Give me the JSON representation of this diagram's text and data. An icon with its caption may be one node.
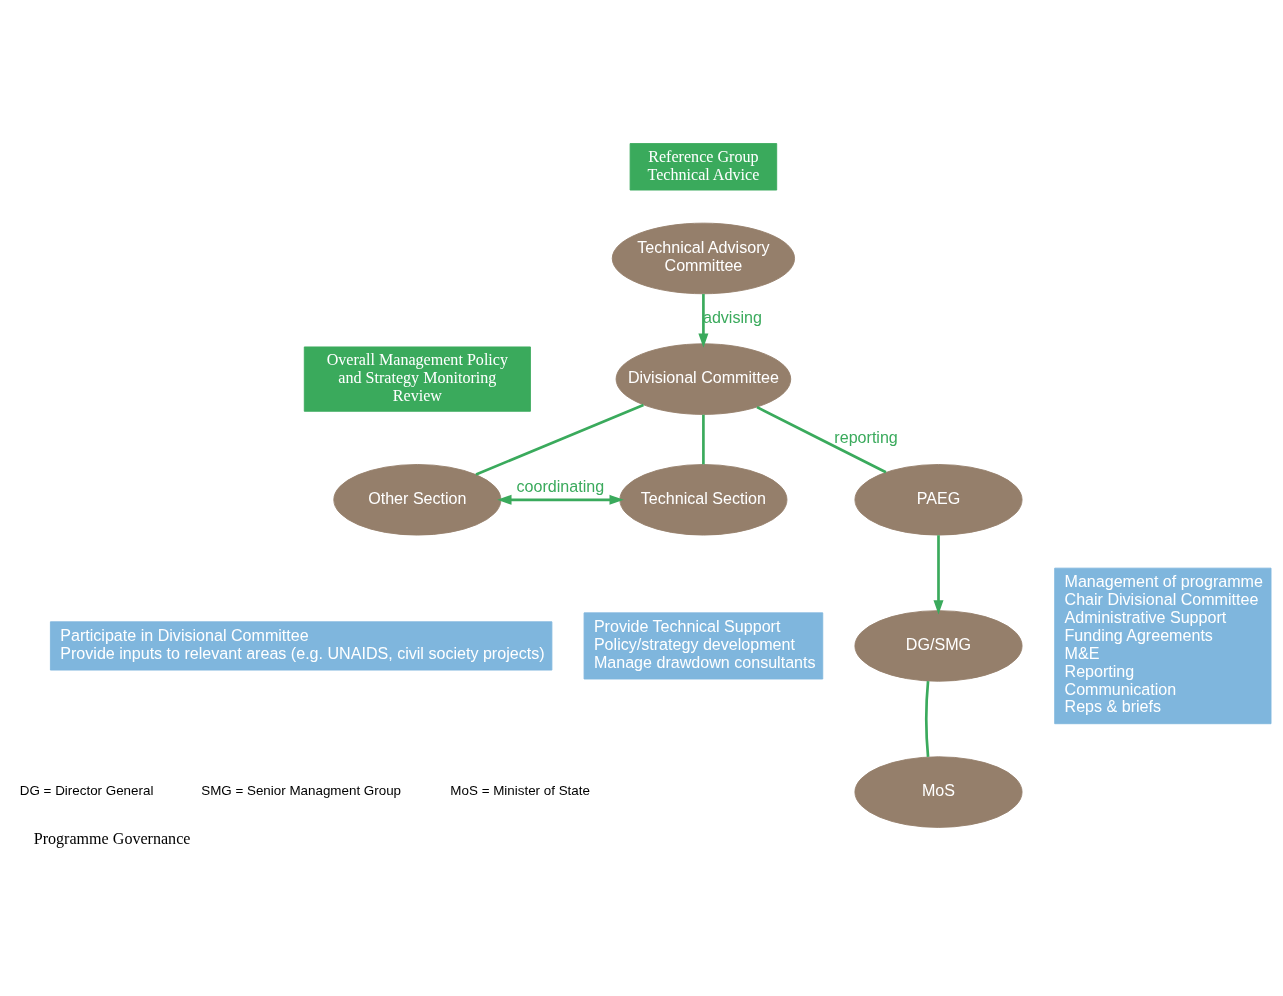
{
  "diagram": {
    "caption": "Programme Governance",
    "nodes": [
      {
        "text": [
          "Reference Group Technical Advice"
        ]
      },
      {
        "text": [
          "Technical Advisory Committee"
        ]
      },
      {
        "text": [
          "MoS"
        ]
      },
      {
        "text": [
          "DG/SMG"
        ]
      },
      {
        "text": [
          "Overall Management Policy and Strategy Monitoring Review"
        ]
      },
      {
        "text": [
          "PAEG"
        ]
      },
      {
        "text": [
          "Divisional Committee"
        ]
      },
      {
        "text": [
          "Other Section"
        ]
      },
      {
        "text": [
          "Technical Section"
        ]
      },
      {
        "text": [
          "Participate in Divisional Committee",
          "Provide inputs to relevant areas (e.g. UNAIDS, civil society projects)"
        ]
      },
      {
        "text": [
          "Provide Technical Support",
          "Policy/strategy development",
          "Manage drawdown consultants"
        ]
      },
      {
        "text": [
          "Management of programme",
          "Chair Divisional Committee",
          "Administrative Support",
          "Funding Agreements",
          "M&E",
          "Reporting",
          "Communication",
          "Reps & briefs"
        ]
      }
    ],
    "edges": [
      {
        "from": 1,
        "to": 6,
        "arrow": "to",
        "label": "advising"
      },
      {
        "from": 6,
        "to": 5,
        "arrow": "none",
        "label": "reporting"
      },
      {
        "from": 5,
        "to": 3,
        "arrow": "to"
      },
      {
        "from": 3,
        "to": 2,
        "arrow": "none"
      },
      {
        "from": 6,
        "to": 7,
        "arrow": "none"
      },
      {
        "from": 6,
        "to": 8,
        "arrow": "none"
      },
      {
        "from": 7,
        "to": 8,
        "arrow": "both",
        "label": "coordinating"
      }
    ],
    "labels": [
      "DG = Director General",
      "SMG = Senior Managment Group",
      "MoS = Minister of State"
    ]
  }
}
